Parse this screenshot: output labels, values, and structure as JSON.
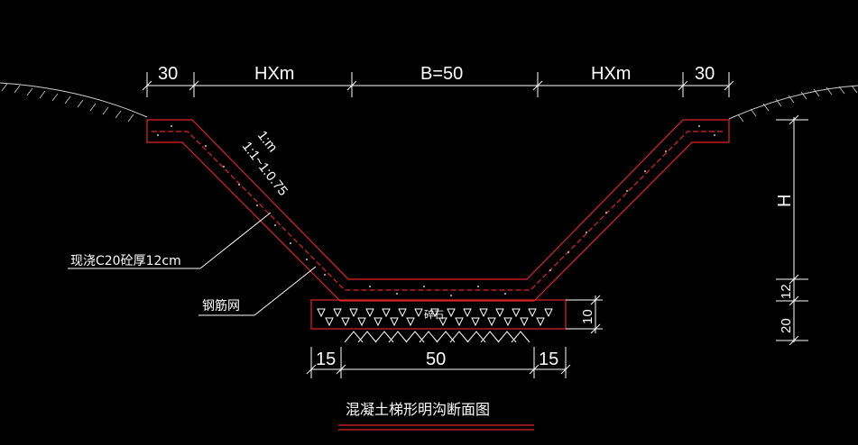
{
  "dimensions": {
    "top_left_edge": "30",
    "top_left_slope": "HXm",
    "top_bottom_width": "B=50",
    "top_right_slope": "HXm",
    "top_right_edge": "30",
    "slope_ratio_1": "1:m",
    "slope_ratio_2": "1:1~1:0.75",
    "right_height": "H",
    "right_lining": "12",
    "right_gravel": "20",
    "gravel_thickness": "10",
    "bottom_left": "15",
    "bottom_middle": "50",
    "bottom_right": "15"
  },
  "annotations": {
    "concrete": "现浇C20砼厚12cm",
    "rebar": "钢筋网",
    "gravel": "碎石"
  },
  "title": "混凝土梯形明沟断面图",
  "colors": {
    "background": "#000000",
    "outline": "#e0242a",
    "lines": "#ffffff"
  }
}
